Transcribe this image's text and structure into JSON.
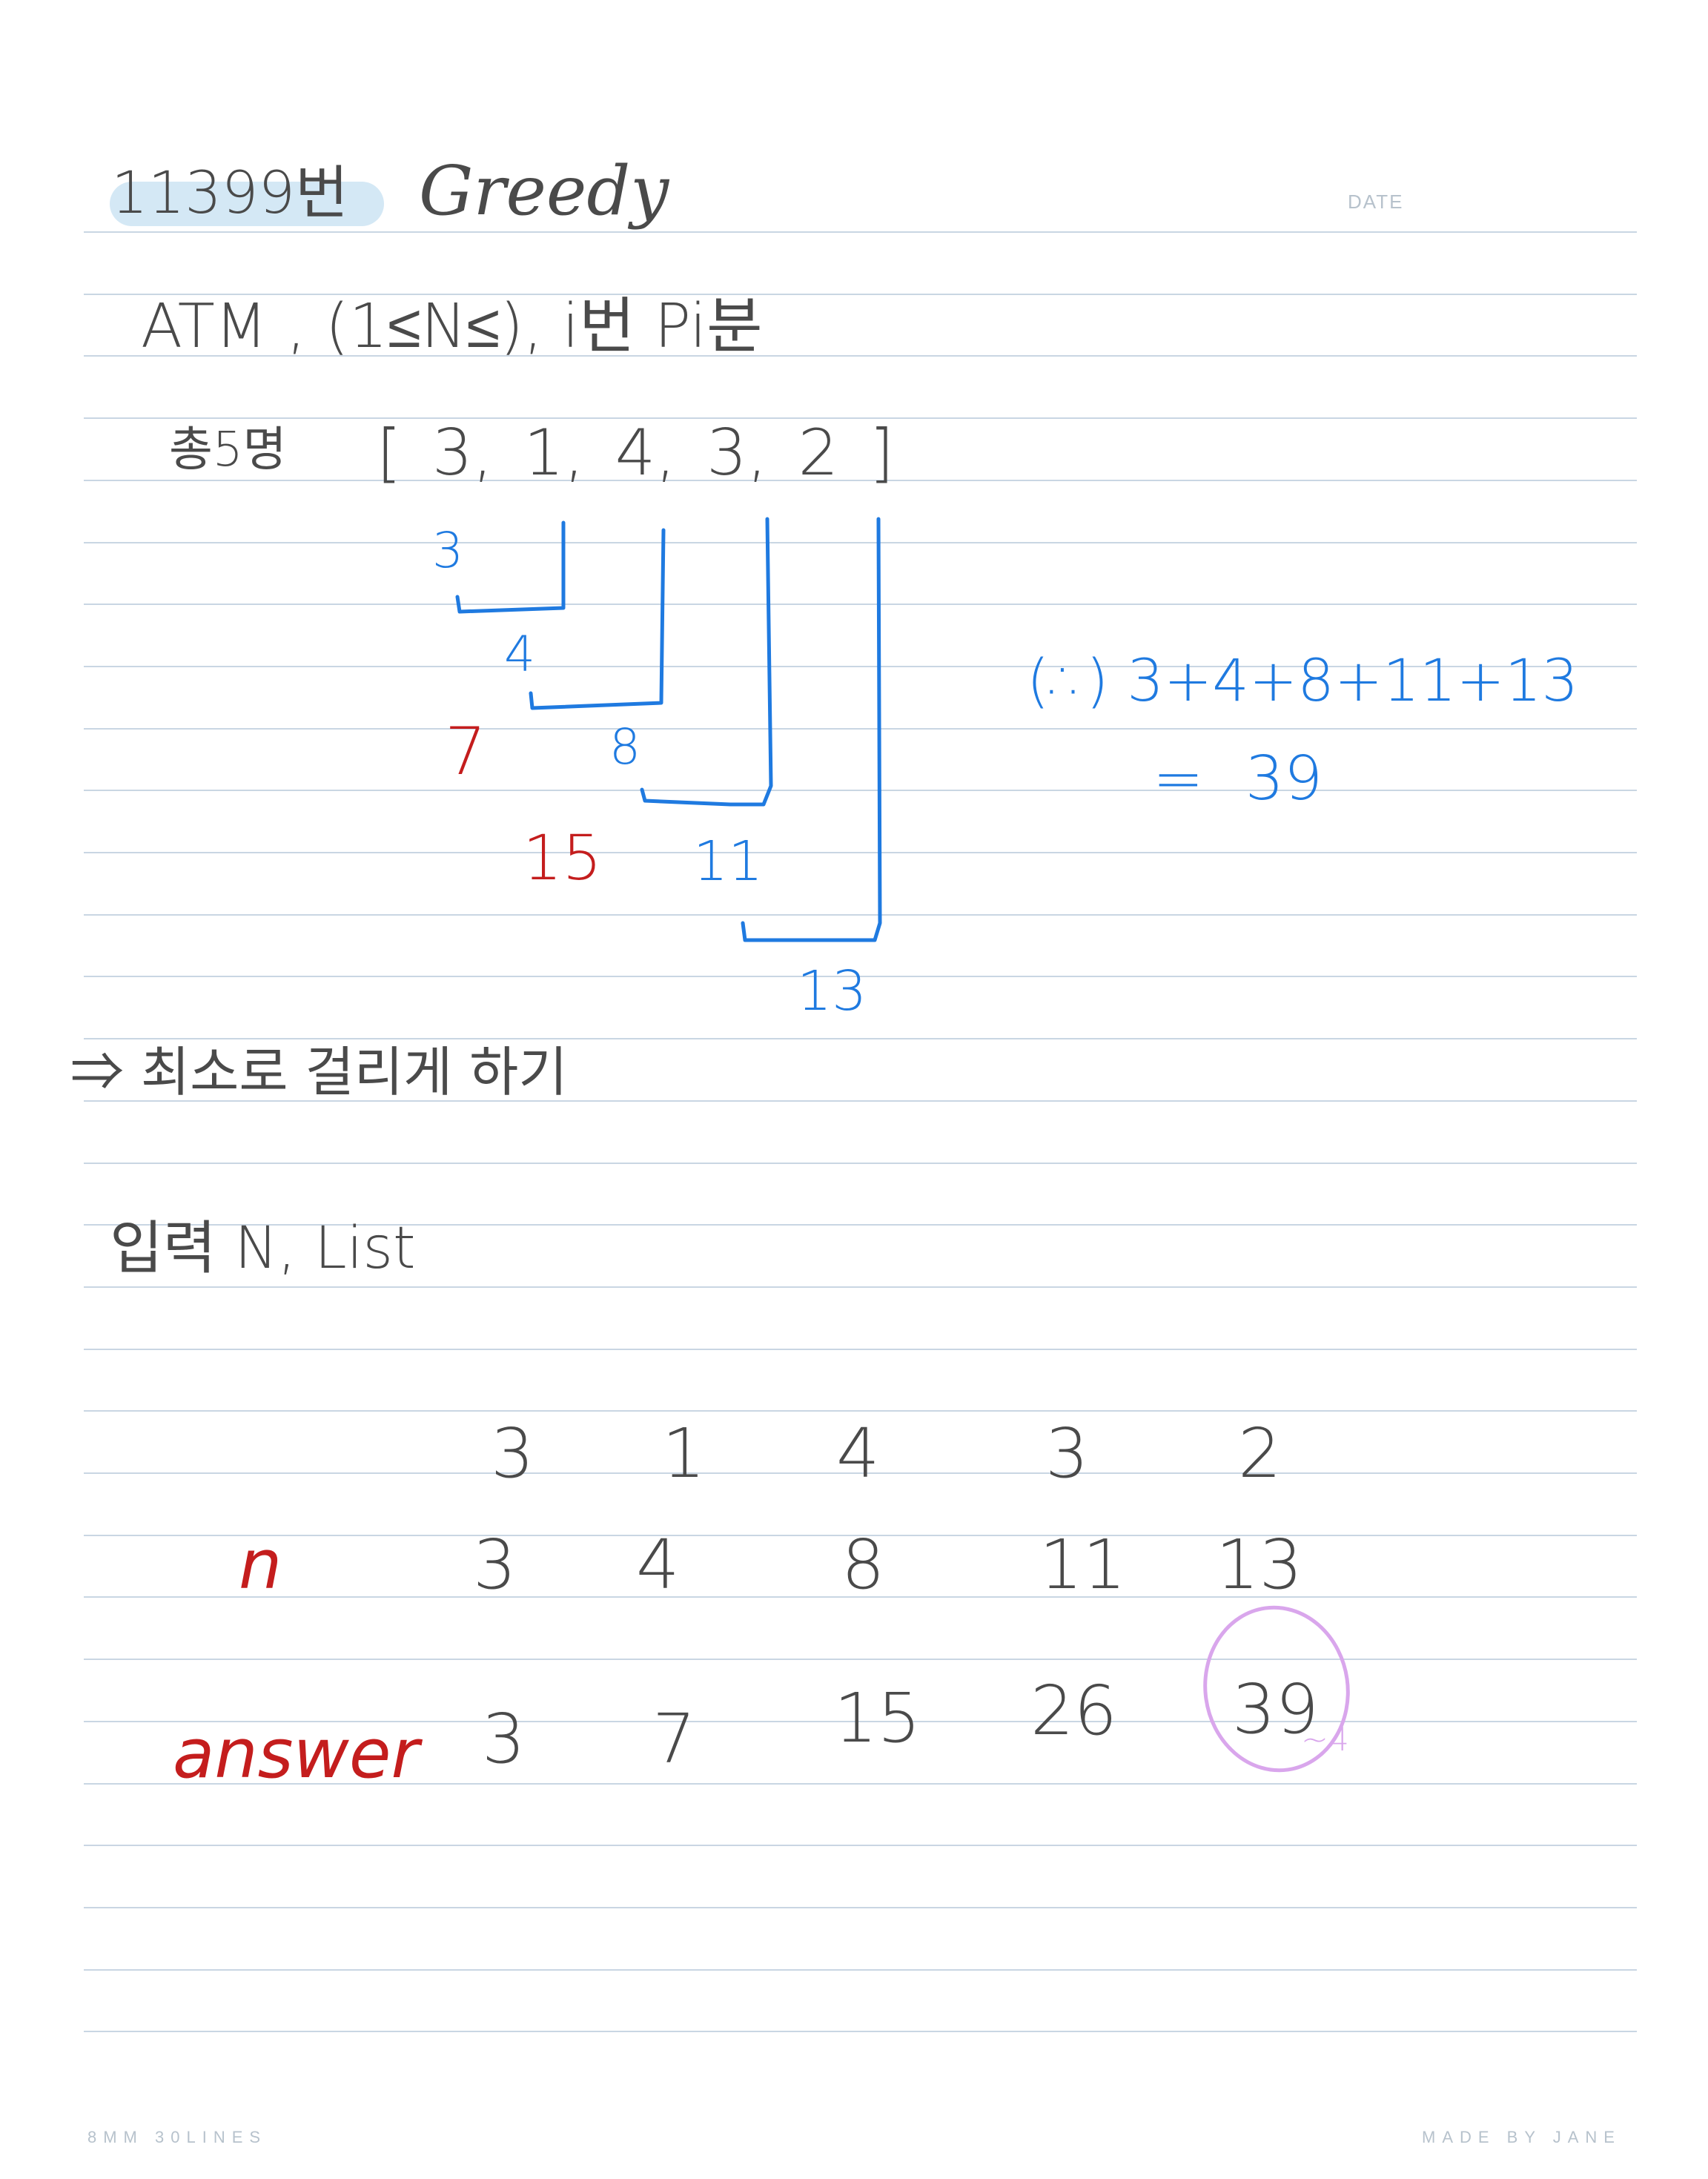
{
  "header": {
    "title_number": "11399번",
    "title_word": "Greedy",
    "date_label": "DATE"
  },
  "notes": {
    "line1": "ATM , (1≤N≤), i번 Pi분",
    "line2_prefix": "총5명",
    "line2_list": "[ 3, 1, 4, 3, 2 ]",
    "diagram_values": {
      "blue": [
        "3",
        "4",
        "8",
        "11",
        "13"
      ],
      "red": [
        "7",
        "15"
      ]
    },
    "sum_expression": "(∴) 3+4+8+11+13",
    "sum_result": "= 39",
    "conclusion": "⇒ 최소로 걸리게 하기",
    "input_line": "입력 N, List"
  },
  "table": {
    "row_list": [
      "3",
      "1",
      "4",
      "3",
      "2"
    ],
    "row_n_label": "n",
    "row_n": [
      "3",
      "4",
      "8",
      "11",
      "13"
    ],
    "row_answer_label": "answer",
    "row_answer": [
      "3",
      "7",
      "15",
      "26",
      "39"
    ],
    "circle_note": "~4"
  },
  "footer": {
    "left": "8MM 30LINES",
    "right": "MADE BY JANE"
  },
  "colors": {
    "rule": "#c9d6e3",
    "ink_gray": "#4a4a4a",
    "ink_blue": "#1f7ae0",
    "ink_red": "#c41d1d",
    "highlight": "#d4e8f5",
    "circle": "#d9a6ec"
  }
}
